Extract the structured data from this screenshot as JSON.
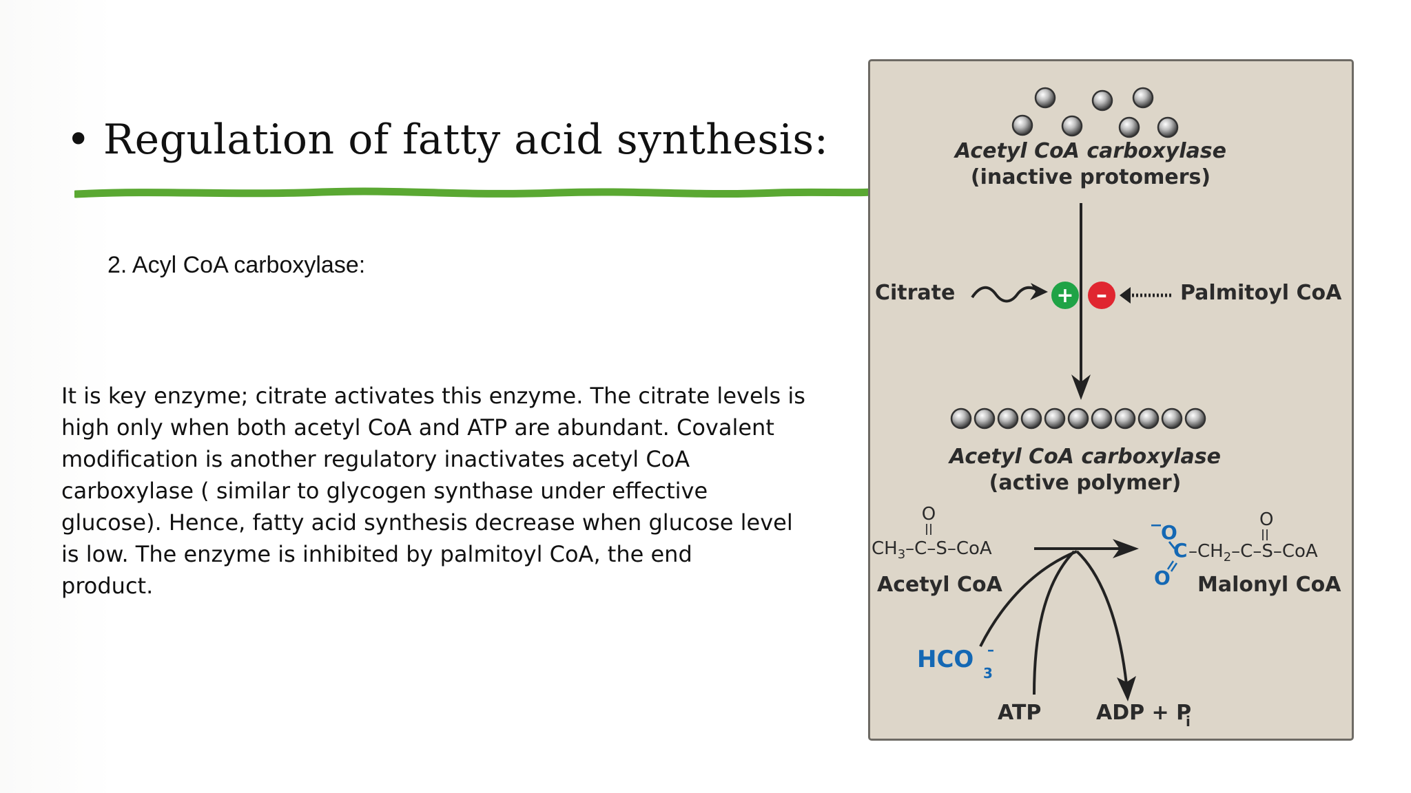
{
  "slide": {
    "title": "Regulation of fatty acid synthesis:",
    "bullet": "•",
    "subheading": "2. Acyl CoA carboxylase:",
    "paragraph_lines": [
      "It is key enzyme; citrate activates this enzyme. The citrate levels is",
      "high only when both acetyl CoA and ATP are abundant. Covalent",
      "modification is another regulatory inactivates acetyl CoA",
      "carboxylase ( similar  to glycogen synthase under effective",
      "glucose). Hence, fatty acid synthesis decrease when glucose level",
      "is low. The enzyme is inhibited by palmitoyl CoA, the end",
      "product."
    ],
    "underline_color": "#5aa832"
  },
  "figure": {
    "inactive_name": "Acetyl CoA carboxylase",
    "inactive_state": "(inactive protomers)",
    "activator": "Citrate",
    "inhibitor": "Palmitoyl CoA",
    "plus_sign": "+",
    "minus_sign": "–",
    "active_name": "Acetyl CoA carboxylase",
    "active_state": "(active polymer)",
    "substrate_label": "Acetyl CoA",
    "product_label": "Malonyl CoA",
    "cosubstrate_1": "HCO",
    "cosubstrate_2": "ATP",
    "coproduct": "ADP + P",
    "coproduct_sub": "i",
    "colors": {
      "activator": "#1fa346",
      "inhibitor": "#e02630",
      "highlight": "#1468b4",
      "panel": "#ddd6c9"
    }
  }
}
